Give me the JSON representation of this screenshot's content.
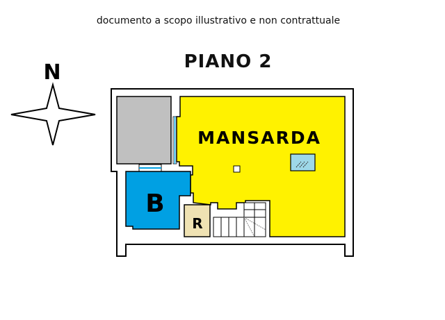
{
  "header": {
    "disclaimer": "documento a scopo illustrativo e non contrattuale",
    "floor_title": "PIANO 2"
  },
  "compass": {
    "north_label": "N"
  },
  "rooms": {
    "mansarda": {
      "label": "MANSARDA",
      "color": "#fff200"
    },
    "bathroom": {
      "label": "B",
      "color": "#00a0e3"
    },
    "storage": {
      "label": "R",
      "color": "#efe2b3"
    },
    "other": {
      "color": "#c0c0c0"
    },
    "skylight": {
      "color": "#9ed8e8"
    }
  }
}
